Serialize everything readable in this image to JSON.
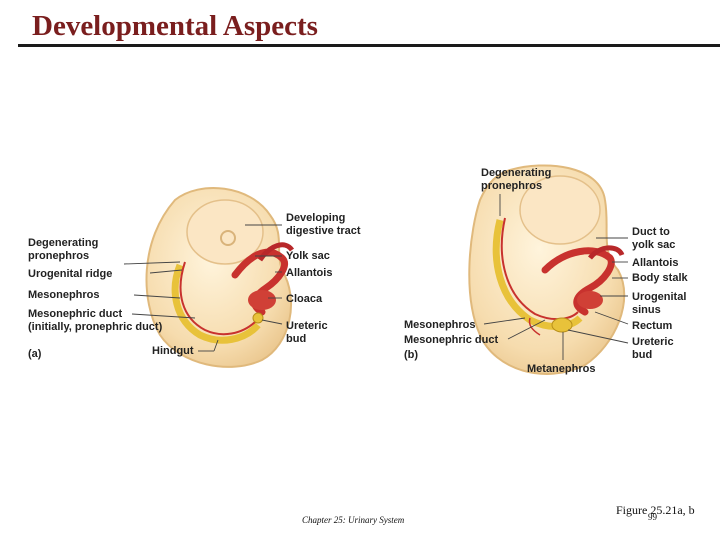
{
  "slide": {
    "title": "Developmental Aspects",
    "footer_chapter": "Chapter 25: Urinary System",
    "figure_ref": "Figure 25.21a, b",
    "page_number": "99"
  },
  "panel_a": {
    "tag": "(a)",
    "labels": {
      "developing": "Developing",
      "digestive_tract": "digestive tract",
      "degenerating": "Degenerating",
      "pronephros": "pronephros",
      "urogenital_ridge": "Urogenital ridge",
      "yolk_sac": "Yolk sac",
      "allantois": "Allantois",
      "mesonephros": "Mesonephros",
      "cloaca": "Cloaca",
      "mesonephric_duct": "Mesonephric duct",
      "initially": "(initially, pronephric duct)",
      "ureteric": "Ureteric",
      "bud": "bud",
      "hindgut": "Hindgut"
    }
  },
  "panel_b": {
    "tag": "(b)",
    "labels": {
      "degenerating": "Degenerating",
      "pronephros": "pronephros",
      "duct_to": "Duct to",
      "yolk_sac": "yolk sac",
      "allantois": "Allantois",
      "body_stalk": "Body stalk",
      "urogenital": "Urogenital",
      "sinus": "sinus",
      "mesonephros": "Mesonephros",
      "rectum": "Rectum",
      "mesonephric_duct": "Mesonephric duct",
      "ureteric": "Ureteric",
      "bud": "bud",
      "metanephros": "Metanephros"
    }
  },
  "colors": {
    "title": "#7a1e1e",
    "embryo_fill": "#f6dcae",
    "embryo_edge": "#e0b97c",
    "gut_red": "#c8322e",
    "kidney_yellow": "#e8c23a",
    "label_text": "#222222"
  }
}
